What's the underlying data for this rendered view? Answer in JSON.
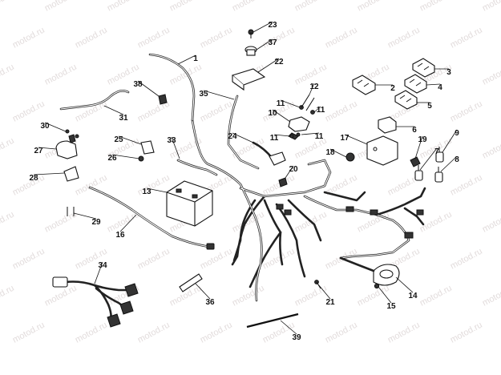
{
  "watermark": {
    "text": "motod.ru"
  },
  "callouts": [
    {
      "id": "1",
      "label": "1"
    },
    {
      "id": "2",
      "label": "2"
    },
    {
      "id": "3",
      "label": "3"
    },
    {
      "id": "4",
      "label": "4"
    },
    {
      "id": "5",
      "label": "5"
    },
    {
      "id": "6",
      "label": "6"
    },
    {
      "id": "7",
      "label": "7"
    },
    {
      "id": "8",
      "label": "8"
    },
    {
      "id": "9",
      "label": "9"
    },
    {
      "id": "10",
      "label": "10"
    },
    {
      "id": "11a",
      "label": "11"
    },
    {
      "id": "11b",
      "label": "11"
    },
    {
      "id": "11c",
      "label": "11"
    },
    {
      "id": "11d",
      "label": "11"
    },
    {
      "id": "12",
      "label": "12"
    },
    {
      "id": "13",
      "label": "13"
    },
    {
      "id": "14",
      "label": "14"
    },
    {
      "id": "15",
      "label": "15"
    },
    {
      "id": "16",
      "label": "16"
    },
    {
      "id": "17",
      "label": "17"
    },
    {
      "id": "18",
      "label": "18"
    },
    {
      "id": "19",
      "label": "19"
    },
    {
      "id": "20",
      "label": "20"
    },
    {
      "id": "21",
      "label": "21"
    },
    {
      "id": "22",
      "label": "22"
    },
    {
      "id": "23",
      "label": "23"
    },
    {
      "id": "24",
      "label": "24"
    },
    {
      "id": "25",
      "label": "25"
    },
    {
      "id": "26",
      "label": "26"
    },
    {
      "id": "27",
      "label": "27"
    },
    {
      "id": "28",
      "label": "28"
    },
    {
      "id": "29",
      "label": "29"
    },
    {
      "id": "30",
      "label": "30"
    },
    {
      "id": "31",
      "label": "31"
    },
    {
      "id": "33",
      "label": "33"
    },
    {
      "id": "34",
      "label": "34"
    },
    {
      "id": "35",
      "label": "35"
    },
    {
      "id": "36",
      "label": "36"
    },
    {
      "id": "37",
      "label": "37"
    },
    {
      "id": "38",
      "label": "38"
    },
    {
      "id": "39",
      "label": "39"
    }
  ]
}
